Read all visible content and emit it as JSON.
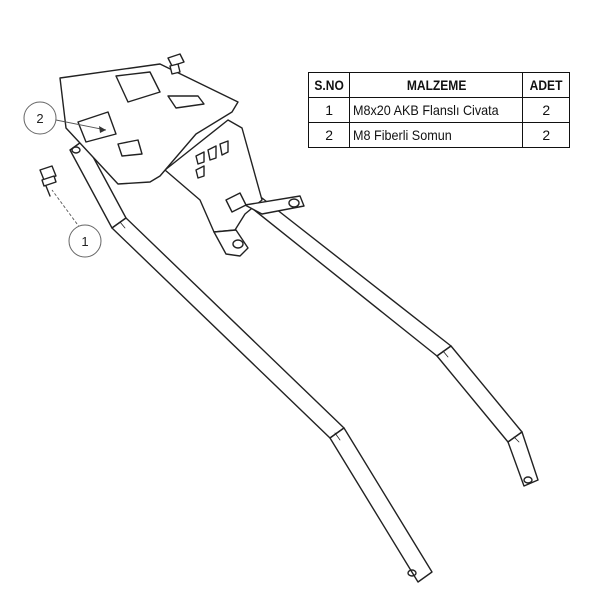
{
  "table": {
    "headers": {
      "sno": "S.NO",
      "material": "MALZEME",
      "qty": "ADET"
    },
    "rows": [
      {
        "sno": "1",
        "material": "M8x20 AKB Flanslı Civata",
        "qty": "2"
      },
      {
        "sno": "2",
        "material": "M8 Fiberli Somun",
        "qty": "2"
      }
    ]
  },
  "balloons": [
    {
      "label": "1"
    },
    {
      "label": "2"
    }
  ]
}
